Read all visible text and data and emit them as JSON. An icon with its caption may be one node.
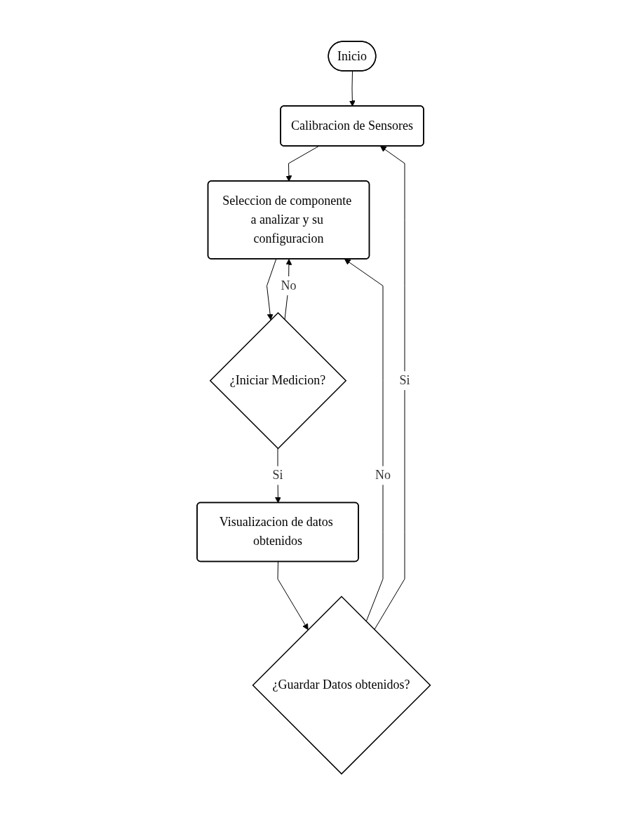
{
  "diagram": {
    "nodes": [
      {
        "text": [
          "Inicio"
        ]
      },
      {
        "text": [
          "Calibracion de Sensores"
        ]
      },
      {
        "text": [
          "Seleccion de componente a analizar y su configuracion"
        ]
      },
      {
        "text": [
          "¿Iniciar Medicion?"
        ]
      },
      {
        "text": [
          "Visualizacion de datos obtenidos"
        ]
      },
      {
        "text": [
          "¿Guardar Datos obtenidos?"
        ]
      }
    ],
    "edges": [
      {
        "from": 0,
        "to": 1,
        "arrow": "to"
      },
      {
        "from": 1,
        "to": 2,
        "arrow": "to"
      },
      {
        "from": 2,
        "to": 3,
        "arrow": "to"
      },
      {
        "from": 3,
        "to": 2,
        "arrow": "to",
        "label": "No"
      },
      {
        "from": 3,
        "to": 4,
        "arrow": "to",
        "label": "Si"
      },
      {
        "from": 4,
        "to": 5,
        "arrow": "to"
      },
      {
        "from": 5,
        "to": 2,
        "arrow": "to",
        "label": "No"
      },
      {
        "from": 5,
        "to": 1,
        "arrow": "to",
        "label": "Si"
      }
    ]
  }
}
